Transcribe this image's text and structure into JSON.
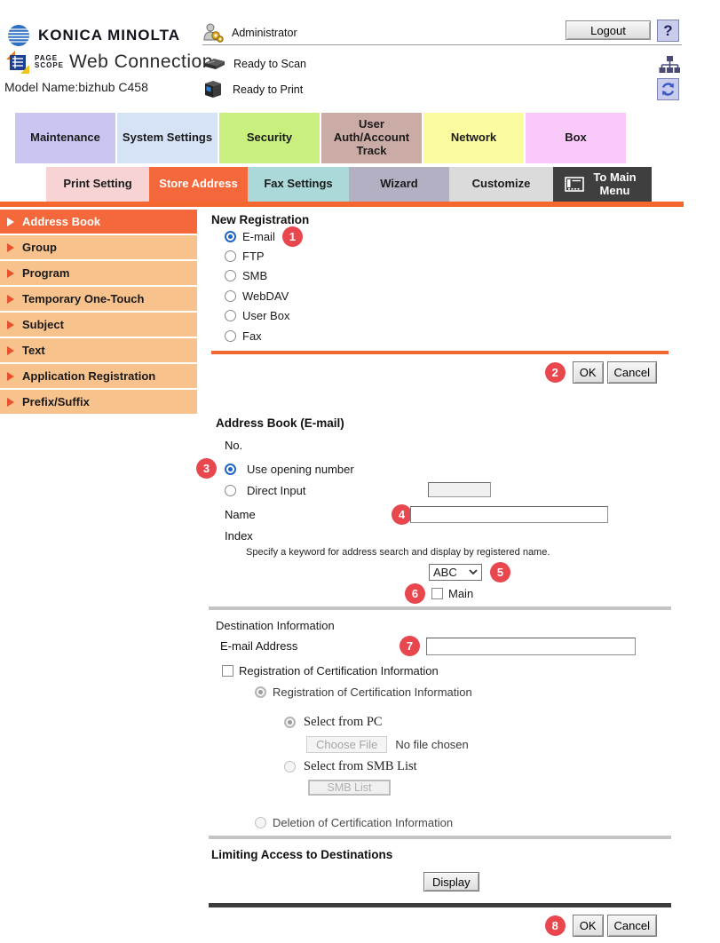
{
  "header": {
    "brand": "KONICA MINOLTA",
    "product_top": "PAGE",
    "product_bottom": "SCOPE",
    "product_name": "Web Connection",
    "model": "Model Name:bizhub C458",
    "user": "Administrator",
    "logout": "Logout",
    "help": "?",
    "ready_scan": "Ready to Scan",
    "ready_print": "Ready to Print"
  },
  "tabs_primary": [
    {
      "label": "Maintenance",
      "color": "#c9c7f1"
    },
    {
      "label": "System Settings",
      "color": "#d6e2f6"
    },
    {
      "label": "Security",
      "color": "#c9f07e"
    },
    {
      "label": "User Auth/Account Track",
      "color": "#cbaba5"
    },
    {
      "label": "Network",
      "color": "#fafa9e"
    },
    {
      "label": "Box",
      "color": "#f9c9fa"
    }
  ],
  "tabs_secondary": [
    {
      "label": "Print Setting",
      "color": "#f8d3d3",
      "active": false
    },
    {
      "label": "Store Address",
      "color": "#f4683b",
      "active": true
    },
    {
      "label": "Fax Settings",
      "color": "#abd8d8",
      "active": false
    },
    {
      "label": "Wizard",
      "color": "#b4b0c4",
      "active": false
    },
    {
      "label": "Customize",
      "color": "#dbdbdb",
      "active": false
    },
    {
      "label": "To Main Menu",
      "color": "#3f3f3f",
      "active": false
    }
  ],
  "sidebar": {
    "items": [
      {
        "label": "Address Book",
        "active": true
      },
      {
        "label": "Group",
        "active": false
      },
      {
        "label": "Program",
        "active": false
      },
      {
        "label": "Temporary One-Touch",
        "active": false
      },
      {
        "label": "Subject",
        "active": false
      },
      {
        "label": "Text",
        "active": false
      },
      {
        "label": "Application Registration",
        "active": false
      },
      {
        "label": "Prefix/Suffix",
        "active": false
      }
    ]
  },
  "content": {
    "new_registration": {
      "title": "New Registration",
      "options": [
        "E-mail",
        "FTP",
        "SMB",
        "WebDAV",
        "User Box",
        "Fax"
      ],
      "selected": "E-mail"
    },
    "buttons": {
      "ok": "OK",
      "cancel": "Cancel"
    },
    "address_book": {
      "title": "Address Book (E-mail)",
      "no_label": "No.",
      "use_opening_number": "Use opening number",
      "direct_input": "Direct Input",
      "direct_input_value": "",
      "name_label": "Name",
      "name_value": "",
      "index_label": "Index",
      "index_hint": "Specify a keyword for address search and display by registered name.",
      "index_selected": "ABC",
      "main_label": "Main",
      "main_checked": false
    },
    "destination": {
      "title": "Destination Information",
      "email_label": "E-mail Address",
      "email_value": "",
      "cert_checkbox_label": "Registration of Certification Information",
      "cert_radio_label": "Registration of Certification Information",
      "select_pc_label": "Select from PC",
      "choose_file_label": "Choose File",
      "no_file_label": "No file chosen",
      "select_smb_label": "Select from SMB List",
      "smb_list_label": "SMB List",
      "deletion_label": "Deletion of Certification Information"
    },
    "limiting": {
      "title": "Limiting Access to Destinations",
      "display_label": "Display"
    }
  },
  "badges": [
    "1",
    "2",
    "3",
    "4",
    "5",
    "6",
    "7",
    "8"
  ],
  "colors": {
    "accent_orange": "#f4672e",
    "sidebar_item": "#f8c28d",
    "badge_red": "#e8474d",
    "radio_blue": "#2066c6",
    "menu_dark": "#3f3f3f"
  }
}
